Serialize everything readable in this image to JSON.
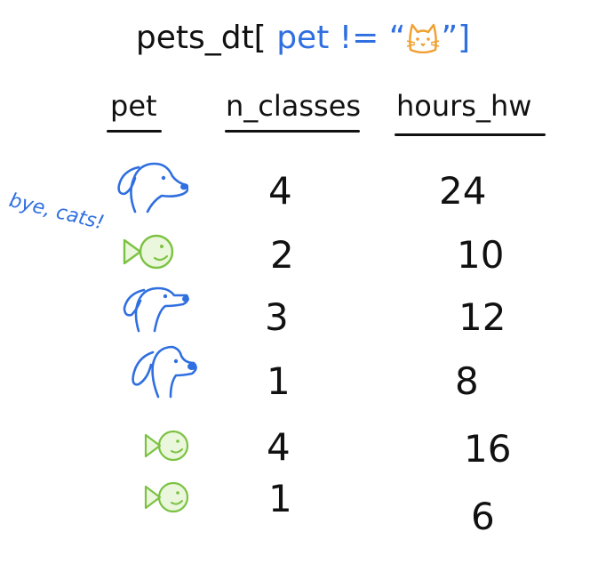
{
  "title": {
    "prefix": "pets_dt[",
    "condition": "pet != “",
    "suffix": "”]",
    "excluded_icon": "cat-face-icon"
  },
  "columns": [
    "pet",
    "n_classes",
    "hours_hw"
  ],
  "side_note": "bye, cats!",
  "rows": [
    {
      "pet_icon": "dog-icon",
      "n_classes": "4",
      "hours_hw": "24"
    },
    {
      "pet_icon": "fish-icon",
      "n_classes": "2",
      "hours_hw": "10"
    },
    {
      "pet_icon": "dog-icon",
      "n_classes": "3",
      "hours_hw": "12"
    },
    {
      "pet_icon": "dog-icon",
      "n_classes": "1",
      "hours_hw": "8"
    },
    {
      "pet_icon": "fish-icon",
      "n_classes": "4",
      "hours_hw": "16"
    },
    {
      "pet_icon": "fish-icon",
      "n_classes": "1",
      "hours_hw": "6"
    }
  ],
  "colors": {
    "dog": "#2f6fe0",
    "fish": "#7cc242",
    "cat": "#f0a030",
    "text": "#111111"
  }
}
